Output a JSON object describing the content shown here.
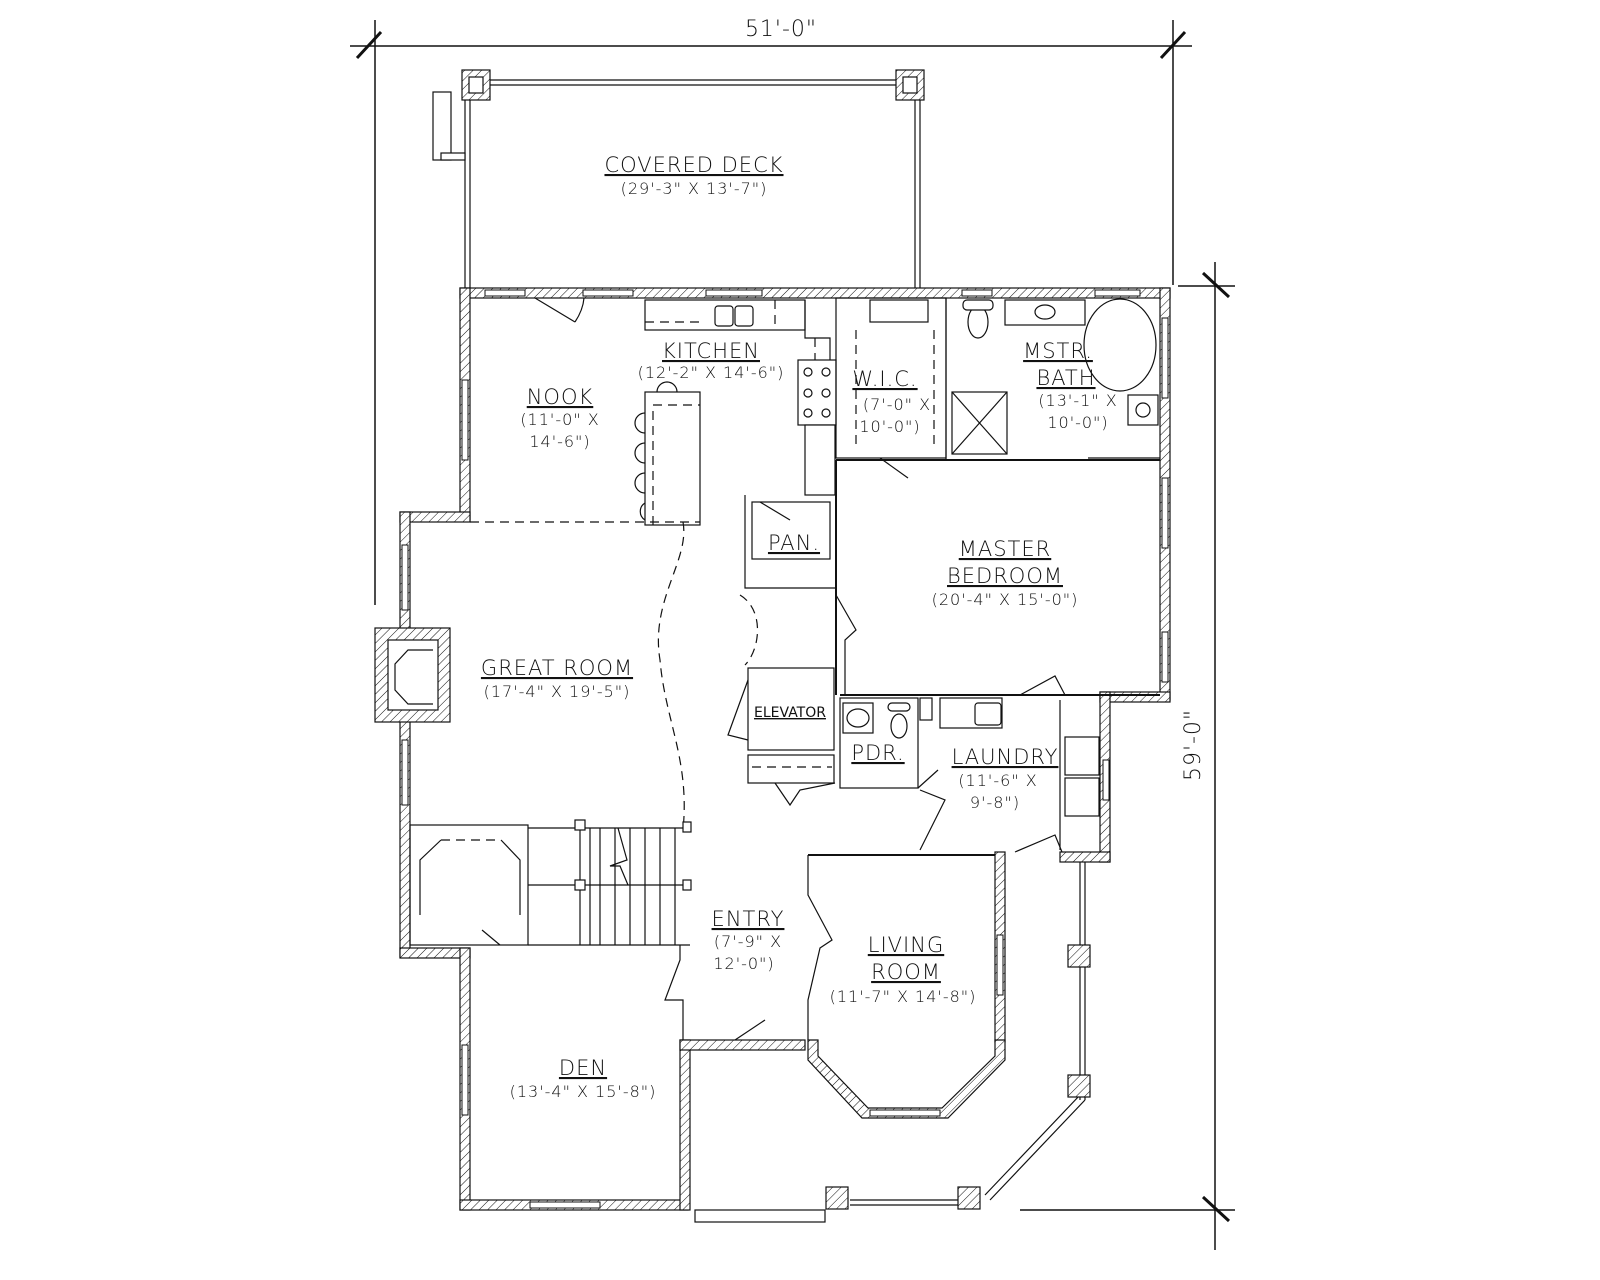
{
  "plan": {
    "overall_width": "51'-0\"",
    "overall_depth": "59'-0\"",
    "rooms": [
      {
        "name": "COVERED DECK",
        "dims": "(29'-3\" X 13'-7\")"
      },
      {
        "name": "KITCHEN",
        "dims": "(12'-2\" X 14'-6\")"
      },
      {
        "name": "NOOK",
        "dims_line1": "(11'-0\" X",
        "dims_line2": "14'-6\")"
      },
      {
        "name": "W.I.C.",
        "dims_line1": "(7'-0\" X",
        "dims_line2": "10'-0\")"
      },
      {
        "name_line1": "MSTR.",
        "name_line2": "BATH",
        "dims_line1": "(13'-1\" X",
        "dims_line2": "10'-0\")"
      },
      {
        "name": "PAN."
      },
      {
        "name_line1": "MASTER",
        "name_line2": "BEDROOM",
        "dims": "(20'-4\" X 15'-0\")"
      },
      {
        "name": "GREAT ROOM",
        "dims": "(17'-4\" X 19'-5\")"
      },
      {
        "name": "ELEVATOR"
      },
      {
        "name": "PDR."
      },
      {
        "name": "LAUNDRY",
        "dims_line1": "(11'-6\" X",
        "dims_line2": "9'-8\")"
      },
      {
        "name": "ENTRY",
        "dims_line1": "(7'-9\" X",
        "dims_line2": "12'-0\")"
      },
      {
        "name_line1": "LIVING",
        "name_line2": "ROOM",
        "dims": "(11'-7\" X 14'-8\")"
      },
      {
        "name": "DEN",
        "dims": "(13'-4\" X 15'-8\")"
      }
    ]
  }
}
